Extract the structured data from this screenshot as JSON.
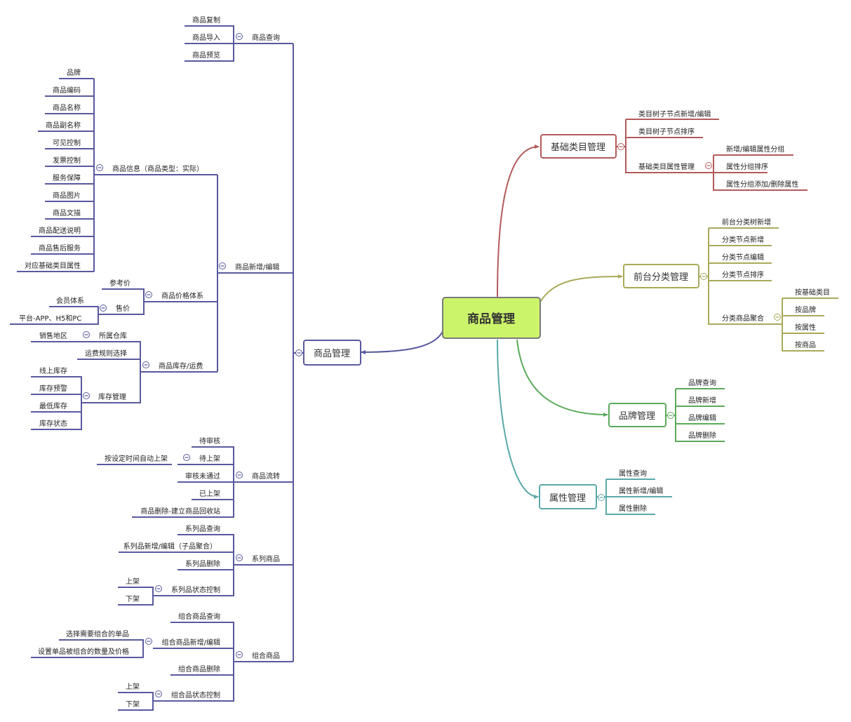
{
  "root": {
    "label": "商品管理",
    "fill": "#ccf46a",
    "border": "#7a7a7a"
  },
  "colors": {
    "left": "#59599f",
    "basic": "#b35a5a",
    "front": "#aaa95a",
    "brand": "#5aaa5a",
    "attr": "#5aa9a9"
  },
  "left": {
    "main": "商品管理",
    "query": {
      "label": "商品查询",
      "items": [
        "商品复制",
        "商品导入",
        "商品预览"
      ]
    },
    "edit": {
      "label": "商品新增/编辑",
      "info": {
        "label": "商品信息（商品类型：实际）",
        "items": [
          "品牌",
          "商品编码",
          "商品名称",
          "商品副名称",
          "可见控制",
          "发票控制",
          "服务保障",
          "商品图片",
          "商品文描",
          "商品配送说明",
          "商品售后服务",
          "对应基础类目属性"
        ]
      },
      "price": {
        "label": "商品价格体系",
        "ref": "参考价",
        "sale": "售价",
        "sale_items": [
          "会员体系",
          "平台-APP、H5和PC"
        ]
      },
      "stock": {
        "label": "商品库存/运费",
        "warehouse": "所属仓库",
        "region": "销售地区",
        "freight": "运费规则选择",
        "mgmt": "库存管理",
        "mgmt_items": [
          "线上库存",
          "库存预警",
          "最低库存",
          "库存状态"
        ]
      }
    },
    "flow": {
      "label": "商品流转",
      "items": [
        "待审核",
        "待上架",
        "审核未通过",
        "已上架",
        "商品删除-建立商品回收站"
      ],
      "auto": "按设定时间自动上架"
    },
    "series": {
      "label": "系列商品",
      "items": [
        "系列品查询",
        "系列品新增/编辑（子品聚合）",
        "系列品删除"
      ],
      "status": "系列品状态控制",
      "status_items": [
        "上架",
        "下架"
      ]
    },
    "combo": {
      "label": "组合商品",
      "items": [
        "组合商品查询",
        "组合商品新增/编辑",
        "组合商品删除"
      ],
      "edit_items": [
        "选择需要组合的单品",
        "设置单品被组合的数量及价格"
      ],
      "status": "组合品状态控制",
      "status_items": [
        "上架",
        "下架"
      ]
    }
  },
  "right": {
    "basic": {
      "label": "基础类目管理",
      "items": [
        "类目树子节点新增/编辑",
        "类目树子节点排序"
      ],
      "attr": "基础类目属性管理",
      "attr_items": [
        "新增/编辑属性分组",
        "属性分组排序",
        "属性分组添加/删除属性"
      ]
    },
    "front": {
      "label": "前台分类管理",
      "items": [
        "前台分类树新增",
        "分类节点新增",
        "分类节点编辑",
        "分类节点排序"
      ],
      "agg": "分类商品聚合",
      "agg_items": [
        "按基础类目",
        "按品牌",
        "按属性",
        "按商品"
      ]
    },
    "brand": {
      "label": "品牌管理",
      "items": [
        "品牌查询",
        "品牌新增",
        "品牌编辑",
        "品牌删除"
      ]
    },
    "attr": {
      "label": "属性管理",
      "items": [
        "属性查询",
        "属性新增/编辑",
        "属性删除"
      ]
    }
  }
}
